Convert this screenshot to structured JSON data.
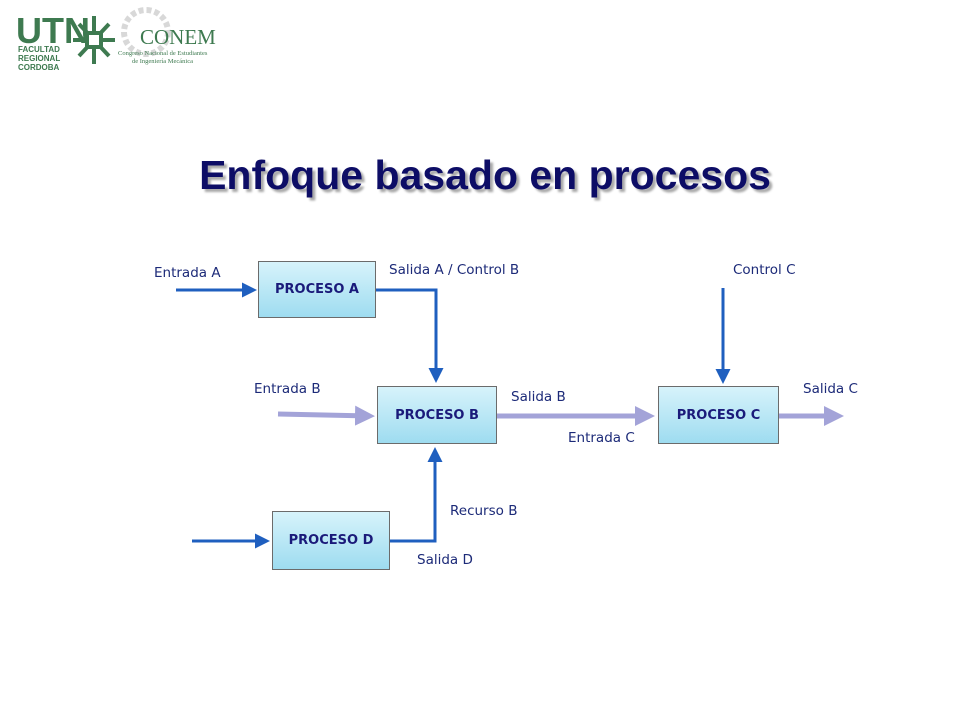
{
  "logo_utn": {
    "mark": "UTN",
    "lines": [
      "FACULTAD",
      "REGIONAL",
      "CORDOBA"
    ]
  },
  "logo_conem": {
    "mark": "CONEM",
    "lines": [
      "Congreso Nacional de Estudiantes",
      "de Ingeniería Mecánica"
    ]
  },
  "title": "Enfoque basado en procesos",
  "processes": {
    "a": "PROCESO A",
    "b": "PROCESO B",
    "c": "PROCESO C",
    "d": "PROCESO D"
  },
  "labels": {
    "entrada_a": "Entrada A",
    "salida_a_control_b": "Salida A / Control B",
    "control_c": "Control C",
    "entrada_b": "Entrada B",
    "salida_b": "Salida B",
    "entrada_c": "Entrada C",
    "salida_c": "Salida C",
    "recurso_b": "Recurso B",
    "salida_d": "Salida D"
  },
  "colors": {
    "arrow_blue": "#1f5fbf",
    "arrow_lavender": "#a3a3d8",
    "title": "#0d0d66"
  }
}
